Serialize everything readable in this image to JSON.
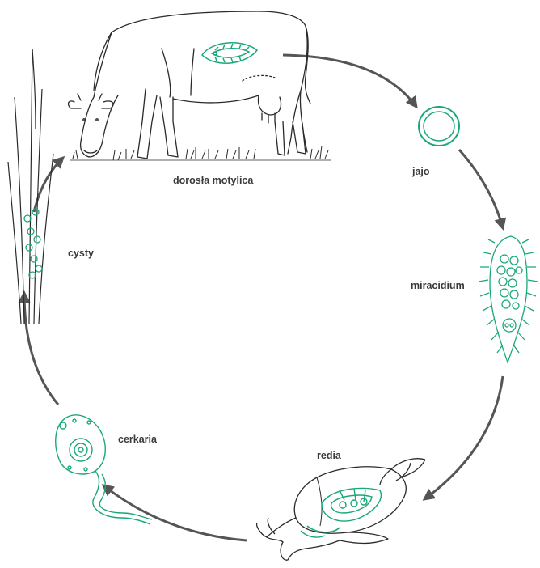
{
  "labels": {
    "adult": "dorosła motylica",
    "egg": "jajo",
    "miracidium": "miracidium",
    "redia": "redia",
    "cercaria": "cerkaria",
    "cysts": "cysty"
  },
  "colors": {
    "line": "#2a2a2a",
    "parasite": "#1aa87a",
    "arrow": "#555555",
    "label": "#3a3a3a"
  },
  "icons": [
    "cow",
    "adult-fluke",
    "egg",
    "miracidium",
    "snail",
    "redia",
    "cercaria",
    "grass-with-cysts"
  ]
}
